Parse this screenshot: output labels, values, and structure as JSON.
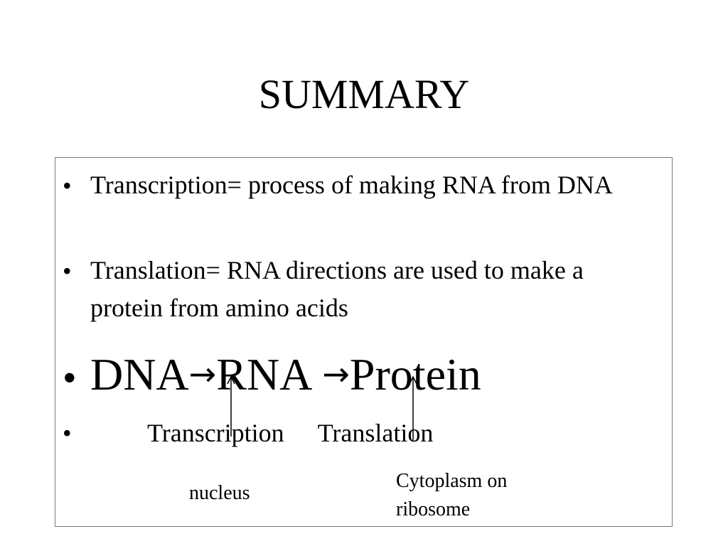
{
  "slide": {
    "title": "SUMMARY"
  },
  "bullets": [
    {
      "text": "Transcription= process of making RNA from DNA"
    },
    {
      "text": "Translation= RNA directions are used to make a protein from amino acids"
    }
  ],
  "flow": {
    "dna": "DNA",
    "arrow": "→",
    "rna": "RNA",
    "protein": "Protein"
  },
  "processes": {
    "transcription": "Transcription",
    "translation": "Translation"
  },
  "locations": {
    "nucleus": "nucleus",
    "cytoplasm": "Cytoplasm on ribosome"
  },
  "bullet_marker": "•"
}
